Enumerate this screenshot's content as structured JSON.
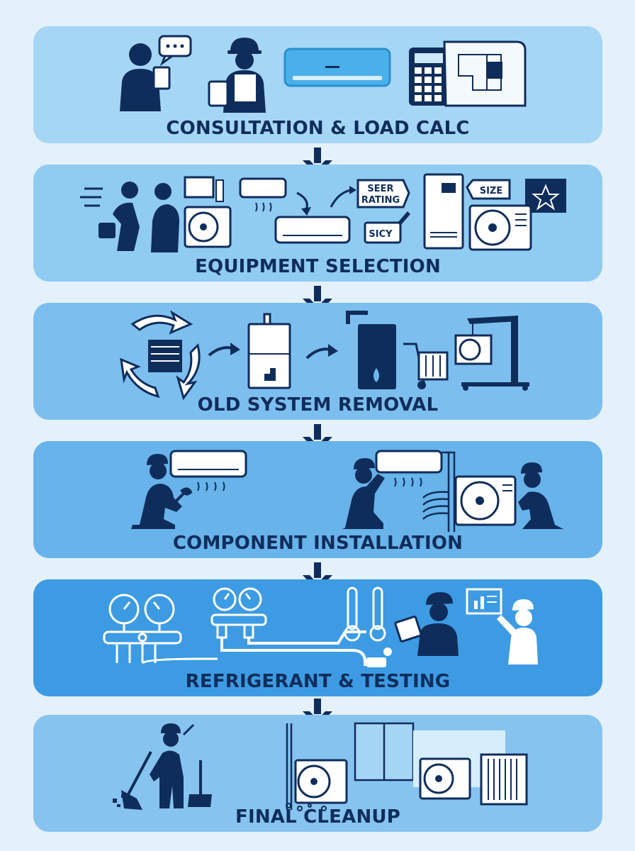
{
  "steps": [
    {
      "label": "CONSULTATION & LOAD CALC",
      "color": "#a6d6f5"
    },
    {
      "label": "EQUIPMENT SELECTION",
      "color": "#90cbf2"
    },
    {
      "label": "OLD SYSTEM REMOVAL",
      "color": "#7cbfee"
    },
    {
      "label": "COMPONENT INSTALLATION",
      "color": "#67b3ea"
    },
    {
      "label": "REFRIGERANT & TESTING",
      "color": "#3d9be3"
    },
    {
      "label": "FINAL CLEANUP",
      "color": "#86c4ef"
    }
  ],
  "badges": {
    "seer": [
      "SEER",
      "RATING"
    ],
    "size": "SIZE",
    "sic": "SICY"
  },
  "colors": {
    "navy": "#0f2d5b",
    "arrow": "#0f2d5b",
    "line": "#ffffff"
  }
}
